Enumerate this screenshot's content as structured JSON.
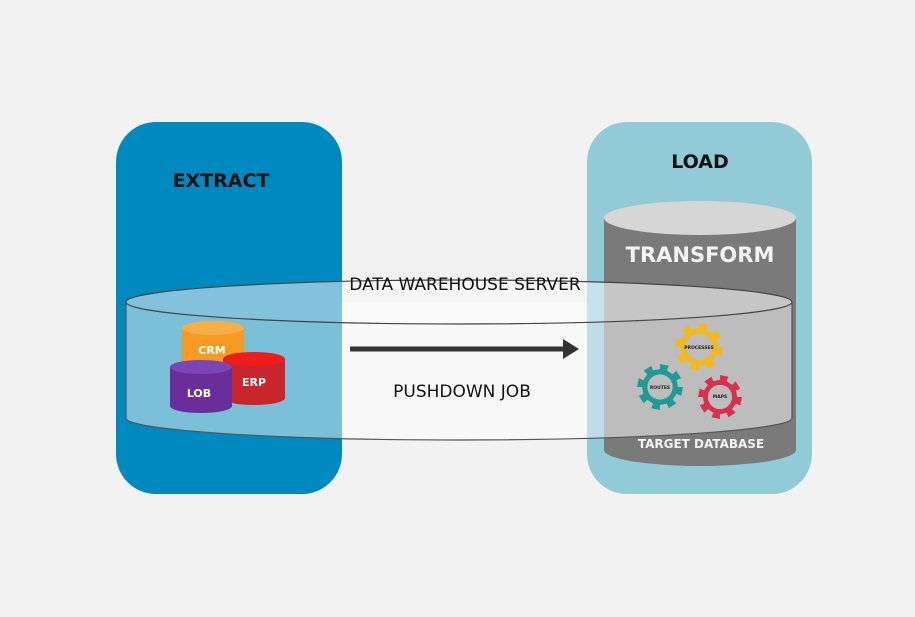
{
  "stages": {
    "extract": {
      "title": "EXTRACT",
      "color": "#0089bf"
    },
    "load": {
      "title": "LOAD",
      "color": "#93cad8"
    }
  },
  "server": {
    "label": "DATA WAREHOUSE SERVER",
    "job_label": "PUSHDOWN JOB"
  },
  "sources": [
    {
      "label": "CRM",
      "color": "#f59a23"
    },
    {
      "label": "ERP",
      "color": "#d42a2a"
    },
    {
      "label": "LOB",
      "color": "#6a2e9c"
    }
  ],
  "target": {
    "transform_label": "TRANSFORM",
    "database_label": "TARGET DATABASE",
    "gears": [
      {
        "label": "PROCESSES",
        "color": "#f2b81c"
      },
      {
        "label": "ROUTES",
        "color": "#1f9a96"
      },
      {
        "label": "MAPS",
        "color": "#d9304f"
      }
    ]
  }
}
